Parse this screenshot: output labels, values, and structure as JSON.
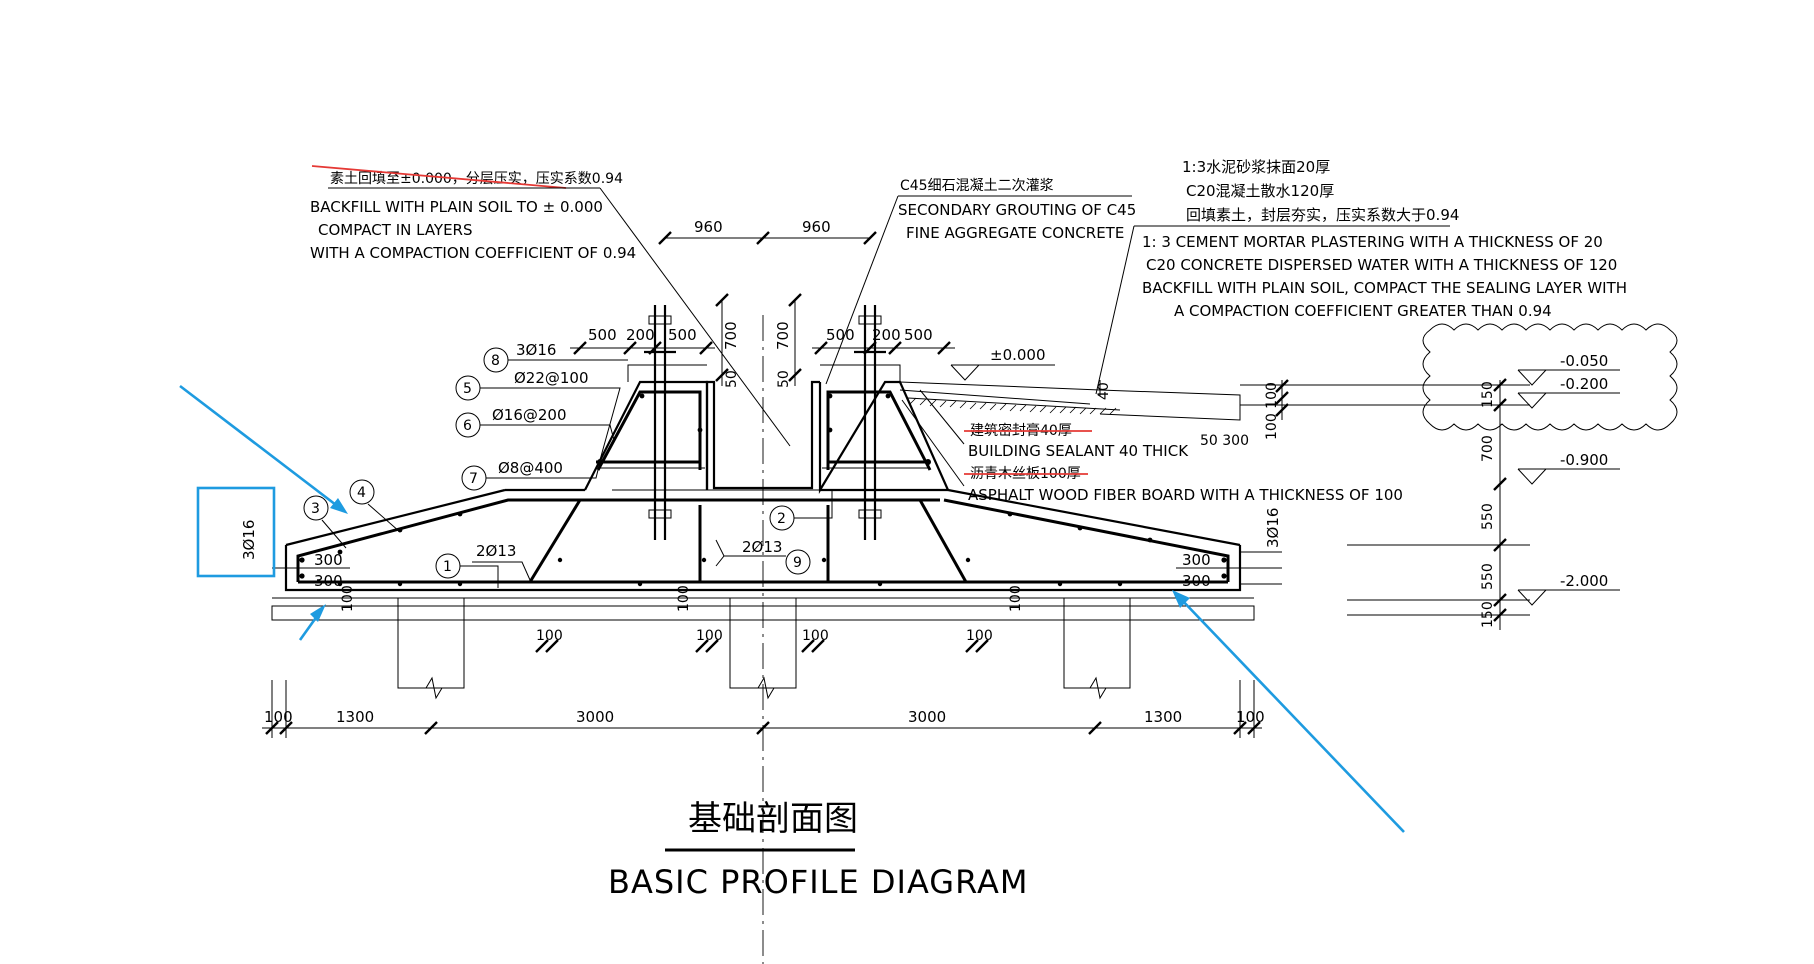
{
  "title": {
    "cn": "基础剖面图",
    "en": "BASIC PROFILE DIAGRAM"
  },
  "notes": {
    "backfill_cn": "素土回填至±0.000，分层压实，压实系数0.94",
    "backfill_en_1": "BACKFILL WITH PLAIN SOIL TO ± 0.000",
    "backfill_en_2": "COMPACT IN LAYERS",
    "backfill_en_3": "WITH A COMPACTION COEFFICIENT OF 0.94",
    "grout_cn": "C45细石混凝土二次灌浆",
    "grout_en_1": "SECONDARY GROUTING OF C45",
    "grout_en_2": "FINE AGGREGATE CONCRETE",
    "surface_cn_1": "1:3水泥砂浆抹面20厚",
    "surface_cn_2": "C20混凝土散水120厚",
    "surface_cn_3": "回填素土，封层夯实，压实系数大于0.94",
    "surface_en_1": "1: 3 CEMENT MORTAR PLASTERING WITH A THICKNESS OF 20",
    "surface_en_2": "C20 CONCRETE DISPERSED WATER WITH A THICKNESS OF 120",
    "surface_en_3": "BACKFILL WITH PLAIN SOIL, COMPACT THE SEALING LAYER WITH",
    "surface_en_4": "A COMPACTION COEFFICIENT GREATER THAN 0.94",
    "sealant_cn": "建筑密封膏40厚",
    "sealant_en": "BUILDING SEALANT 40 THICK",
    "board_cn": "沥青木丝板100厚",
    "board_en": "ASPHALT WOOD FIBER BOARD WITH A THICKNESS OF 100"
  },
  "rebar_tags": [
    {
      "num": "8",
      "spec": "3Ø16"
    },
    {
      "num": "5",
      "spec": "Ø22@100"
    },
    {
      "num": "6",
      "spec": "Ø16@200"
    },
    {
      "num": "7",
      "spec": "Ø8@400"
    },
    {
      "num": "3",
      "spec": ""
    },
    {
      "num": "4",
      "spec": ""
    },
    {
      "num": "1",
      "spec": "2Ø13"
    },
    {
      "num": "2",
      "spec": ""
    },
    {
      "num": "9",
      "spec": "2Ø13"
    }
  ],
  "rebar_side_left": "3Ø16",
  "rebar_side_right": "3Ø16",
  "elevations": [
    "±0.000",
    "-0.050",
    "-0.200",
    "-0.900",
    "-2.000"
  ],
  "dimensions": {
    "top_960_left": "960",
    "top_960_right": "960",
    "d500": "500",
    "d200": "200",
    "d700": "700",
    "d50": "50",
    "d300": "300",
    "d100": "100",
    "d1300": "1300",
    "d3000": "3000",
    "d150": "150",
    "d550": "550",
    "d40": "40",
    "d100_100": "100 100",
    "d50_300": "50 300"
  },
  "colors": {
    "annotation_blue": "#1e9be0",
    "strike_red": "#e53935",
    "line": "#000000"
  }
}
